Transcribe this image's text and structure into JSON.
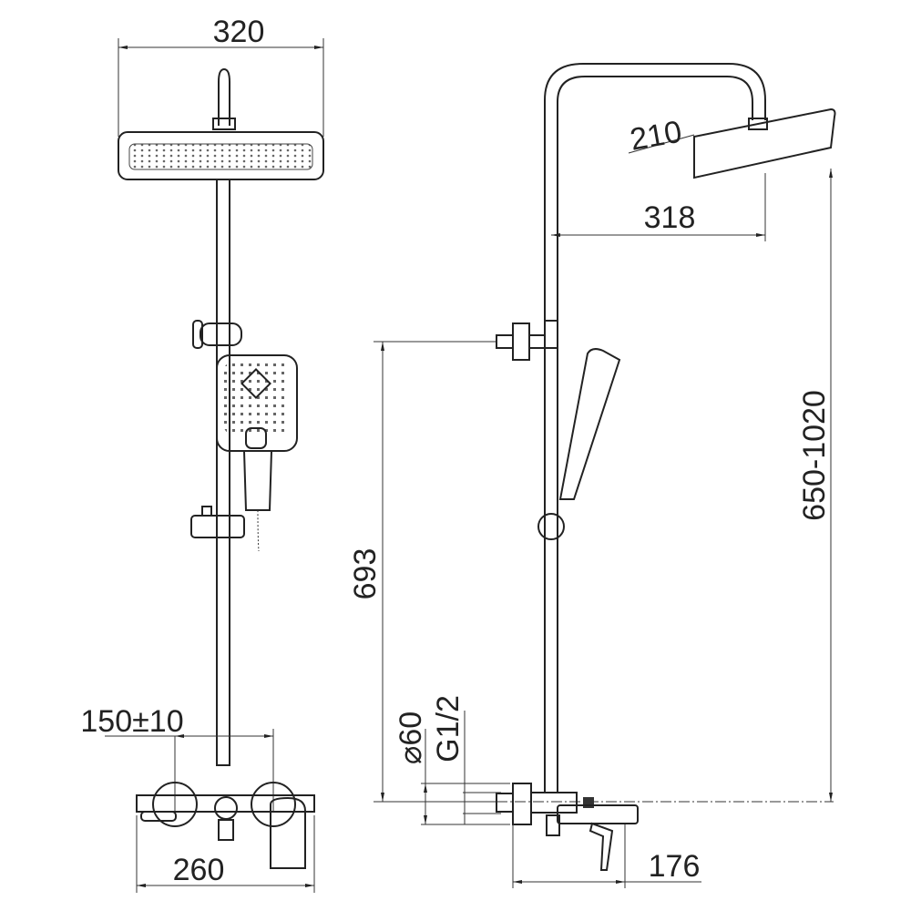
{
  "drawing": {
    "front_view": {
      "width_head": "320",
      "pitch": "150±10",
      "width_mixer": "260"
    },
    "side_view": {
      "head_depth": "210",
      "arm_reach": "318",
      "height_range": "650-1020",
      "holder_height": "693",
      "flange_diameter": "⌀60",
      "thread": "G1/2",
      "spout_depth": "176"
    },
    "line_color": "#222222"
  }
}
